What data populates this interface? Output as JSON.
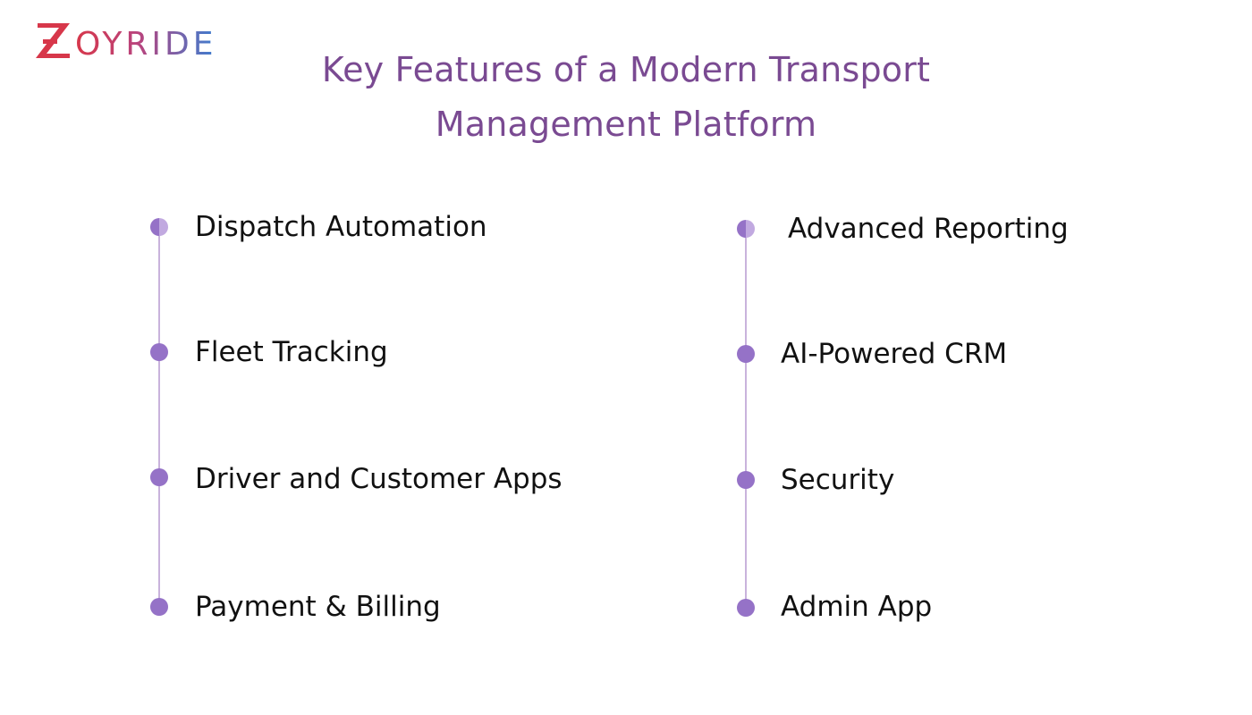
{
  "brand": {
    "logo_text": "ZOYRIDE",
    "colors": {
      "logo_red": "#d7374a",
      "logo_blue": "#3b7ed1",
      "title": "#7a4a92",
      "dot": "#9572c7",
      "line": "#c9b3dc"
    }
  },
  "title": {
    "line1": "Key Features of a Modern Transport",
    "line2": "Management Platform"
  },
  "features": {
    "left": [
      {
        "label": "Dispatch Automation"
      },
      {
        "label": "Fleet Tracking"
      },
      {
        "label": "Driver and Customer Apps"
      },
      {
        "label": "Payment & Billing"
      }
    ],
    "right": [
      {
        "label": "Advanced Reporting"
      },
      {
        "label": "AI-Powered CRM"
      },
      {
        "label": "Security"
      },
      {
        "label": "Admin App"
      }
    ]
  }
}
